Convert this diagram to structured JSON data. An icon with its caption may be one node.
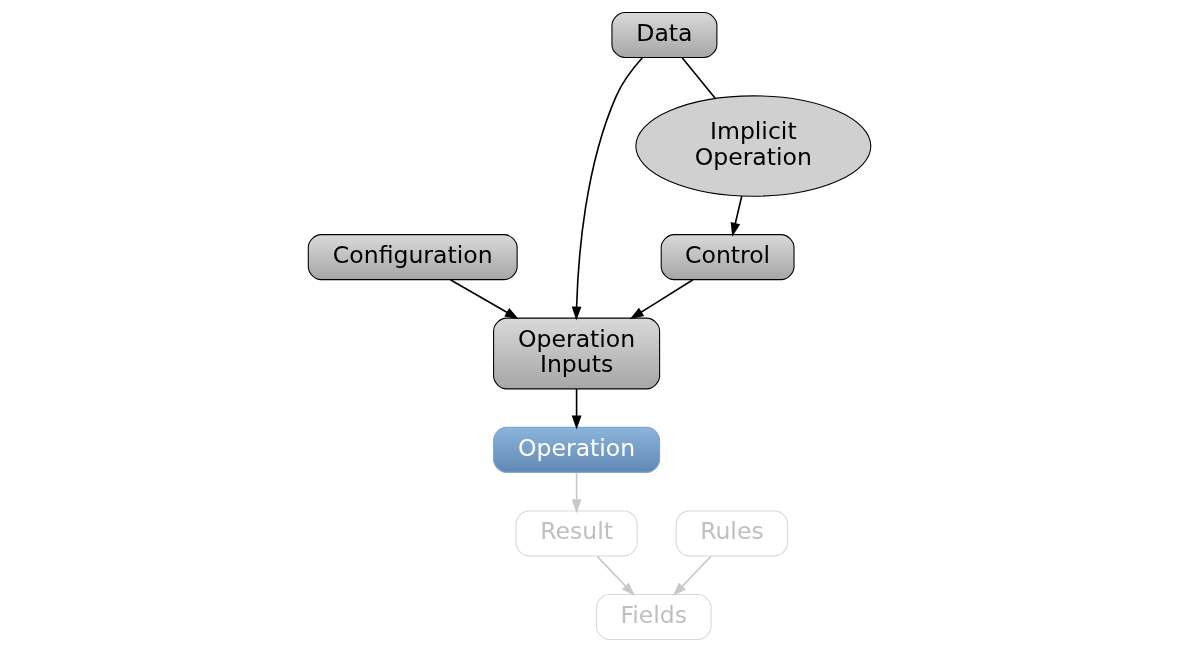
{
  "diagram": {
    "nodes": [
      {
        "text": [
          "Configuration"
        ]
      },
      {
        "text": [
          "Operation Inputs"
        ]
      },
      {
        "text": [
          "Data"
        ]
      },
      {
        "text": [
          "Operation"
        ]
      },
      {
        "text": [
          "Implicit Operation"
        ]
      },
      {
        "text": [
          "Result"
        ]
      },
      {
        "text": [
          "Rules"
        ]
      },
      {
        "text": [
          "Fields"
        ]
      },
      {
        "text": [
          "Control"
        ]
      }
    ],
    "edges": [
      {
        "from": 0,
        "to": 1,
        "arrow": "to"
      },
      {
        "from": 2,
        "to": 1,
        "arrow": "to"
      },
      {
        "from": 8,
        "to": 1,
        "arrow": "to"
      },
      {
        "from": 1,
        "to": 3,
        "arrow": "to"
      },
      {
        "from": 2,
        "to": 4,
        "arrow": "none"
      },
      {
        "from": 4,
        "to": 8,
        "arrow": "to"
      },
      {
        "from": 3,
        "to": 5,
        "arrow": "to",
        "color": "#c8c8c8"
      },
      {
        "from": 5,
        "to": 7,
        "arrow": "to",
        "color": "#c8c8c8"
      },
      {
        "from": 6,
        "to": 7,
        "arrow": "to",
        "color": "#c8c8c8"
      }
    ]
  }
}
